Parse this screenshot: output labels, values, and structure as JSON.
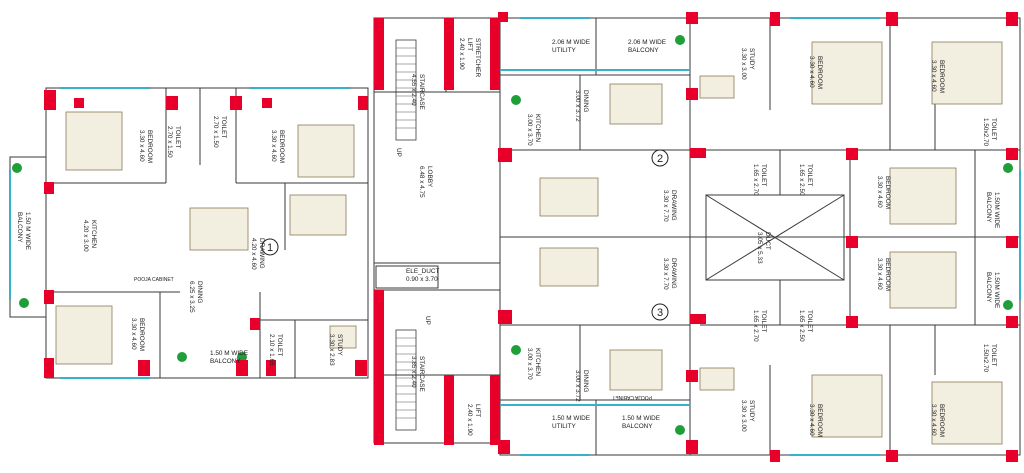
{
  "colors": {
    "column": "#e8002a",
    "wall": "#3a3a3a",
    "window": "#38b0c8",
    "plant": "#1f9e3a",
    "furniture": "#c8a000",
    "hatch": "#8a7a5a"
  },
  "units": {
    "u1": "1",
    "u2": "2",
    "u3": "3"
  },
  "rooms": {
    "u1_bed1": [
      "BEDROOM",
      "3.30 x 4.60"
    ],
    "u1_toilet1": [
      "TOILET",
      "2.70 x 1.50"
    ],
    "u1_toilet2": [
      "TOILET",
      "2.70 x 1.50"
    ],
    "u1_bed2": [
      "BEDROOM",
      "3.30 x 4.60"
    ],
    "u1_balcony1": [
      "1.50 M WIDE",
      "BALCONY"
    ],
    "u1_kitchen": [
      "KITCHEN",
      "4.20 x 3.00"
    ],
    "u1_drawing": [
      "DRAWING",
      "4.20 x 4.60"
    ],
    "u1_dining": [
      "DINING",
      "6.25 x 3.25"
    ],
    "u1_bed3": [
      "BEDROOM",
      "3.30 x 4.60"
    ],
    "u1_balcony2": [
      "1.50 M WIDE",
      "BALCONY"
    ],
    "u1_toilet3": [
      "TOILET",
      "2.10 x 1.65"
    ],
    "u1_study": [
      "STUDY",
      "3.30 x 2.83"
    ],
    "staircase_top": [
      "STAIRCASE",
      "4.55 x 2.40"
    ],
    "stretcher_lift": [
      "STRETCHER",
      "LIFT",
      "2.40 x 1.90"
    ],
    "lobby": [
      "LOBBY",
      "6.48 x 4.75"
    ],
    "ele_duct": [
      "ELE_DUCT",
      "0.90 x 3.70"
    ],
    "staircase_bottom": [
      "STAIRCASE",
      "3.85 x 2.40"
    ],
    "lift_bottom": [
      "LIFT",
      "2.40 x 1.90"
    ],
    "u2_utility": [
      "2.06 M WIDE",
      "UTILITY"
    ],
    "u2_balcony_top": [
      "2.06 M WIDE",
      "BALCONY"
    ],
    "u2_kitchen": [
      "KITCHEN",
      "3.00 x 3.70"
    ],
    "u2_dining": [
      "DINING",
      "3.00 x 3.72"
    ],
    "u2_drawing": [
      "DRAWING",
      "3.30 x 7.70"
    ],
    "u2_study": [
      "STUDY",
      "3.30 x 3.00"
    ],
    "u2_bed1": [
      "BEDROOM",
      "3.30 x 4.60"
    ],
    "u2_bed2": [
      "BEDROOM",
      "3.30 x 4.60"
    ],
    "u2_toilet_a": [
      "TOILET",
      "1.65 x 2.70"
    ],
    "u2_toilet_b": [
      "TOILET",
      "1.65 x 2.50"
    ],
    "u2_toilet_c": [
      "TOILET",
      "1.50x2.70"
    ],
    "u2_bed3": [
      "BEDROOM",
      "3.30 x 4.60"
    ],
    "u2_balcony_side": [
      "1.50M WIDE",
      "BALCONY"
    ],
    "duct": [
      "DUCT",
      "3.05 x 5.33"
    ],
    "u3_drawing": [
      "DRAWING",
      "3.30 x 7.70"
    ],
    "u3_bed3": [
      "BEDROOM",
      "3.30 x 4.60"
    ],
    "u3_balcony_side": [
      "1.50M WIDE",
      "BALCONY"
    ],
    "u3_toilet_a": [
      "TOILET",
      "1.65 x 2.70"
    ],
    "u3_toilet_b": [
      "TOILET",
      "1.65 x 2.50"
    ],
    "u3_toilet_c": [
      "TOILET",
      "1.50x2.70"
    ],
    "u3_kitchen": [
      "KITCHEN",
      "3.00 x 3.70"
    ],
    "u3_dining": [
      "DINING",
      "3.00 x 3.72"
    ],
    "u3_study": [
      "STUDY",
      "3.30 x 3.00"
    ],
    "u3_bed1": [
      "BEDROOM",
      "3.30 x 4.60"
    ],
    "u3_bed2": [
      "BEDROOM",
      "3.30 x 4.60"
    ],
    "u3_utility": [
      "1.50 M WIDE",
      "UTILITY"
    ],
    "u3_balcony_bottom": [
      "1.50 M WIDE",
      "BALCONY"
    ]
  },
  "marks": {
    "up_top": "UP",
    "up_bottom": "UP",
    "pooja1": "POOJA CABINET",
    "pooja2": "POOJA CABINET"
  }
}
